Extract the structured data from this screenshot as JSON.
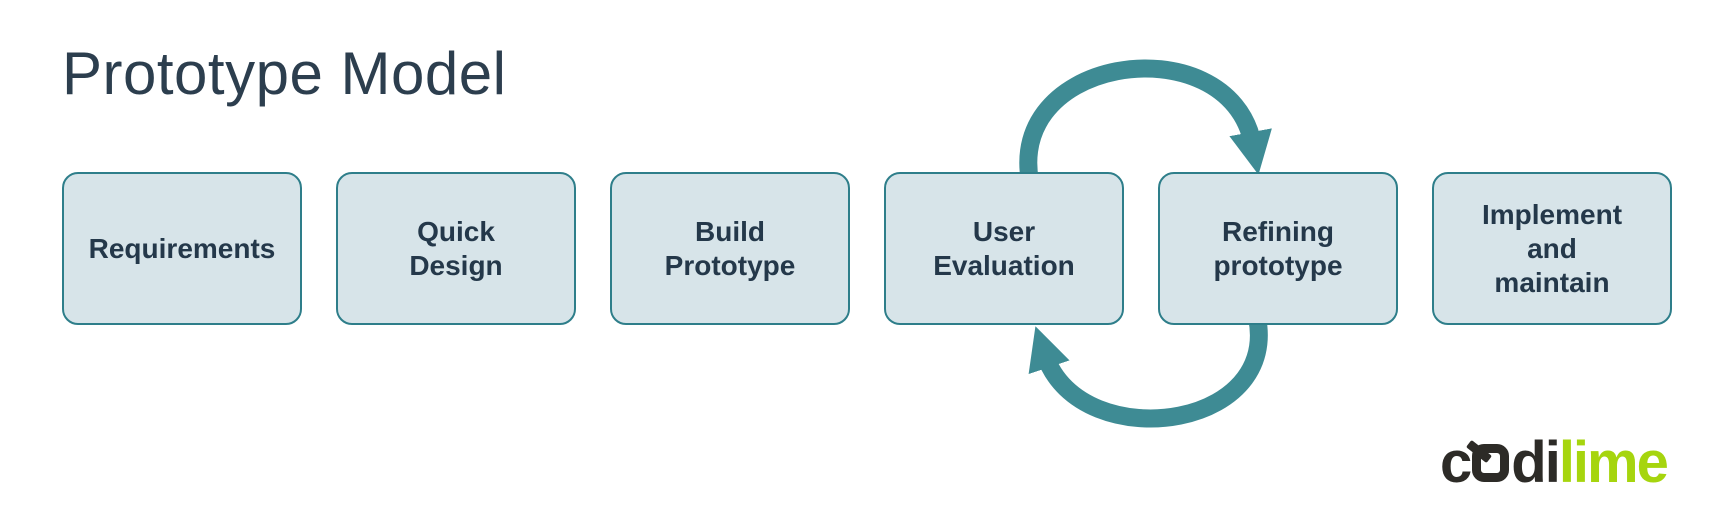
{
  "title": "Prototype Model",
  "boxes": [
    {
      "label": "Requirements"
    },
    {
      "label": "Quick\nDesign"
    },
    {
      "label": "Build\nPrototype"
    },
    {
      "label": "User\nEvaluation"
    },
    {
      "label": "Refining\nprototype"
    },
    {
      "label": "Implement\nand\nmaintain"
    }
  ],
  "arrows": {
    "type": "cycle",
    "between": "User Evaluation and Refining prototype"
  },
  "logo": {
    "c": "c",
    "di": "di",
    "lime": "lime"
  },
  "colors": {
    "box_fill": "#d7e4e9",
    "box_border": "#2e7e8a",
    "box_text": "#24384a",
    "arrow": "#3e8b94",
    "title_text": "#2c3e4e",
    "logo_dark": "#2d2b27",
    "logo_lime": "#a6d50e"
  }
}
